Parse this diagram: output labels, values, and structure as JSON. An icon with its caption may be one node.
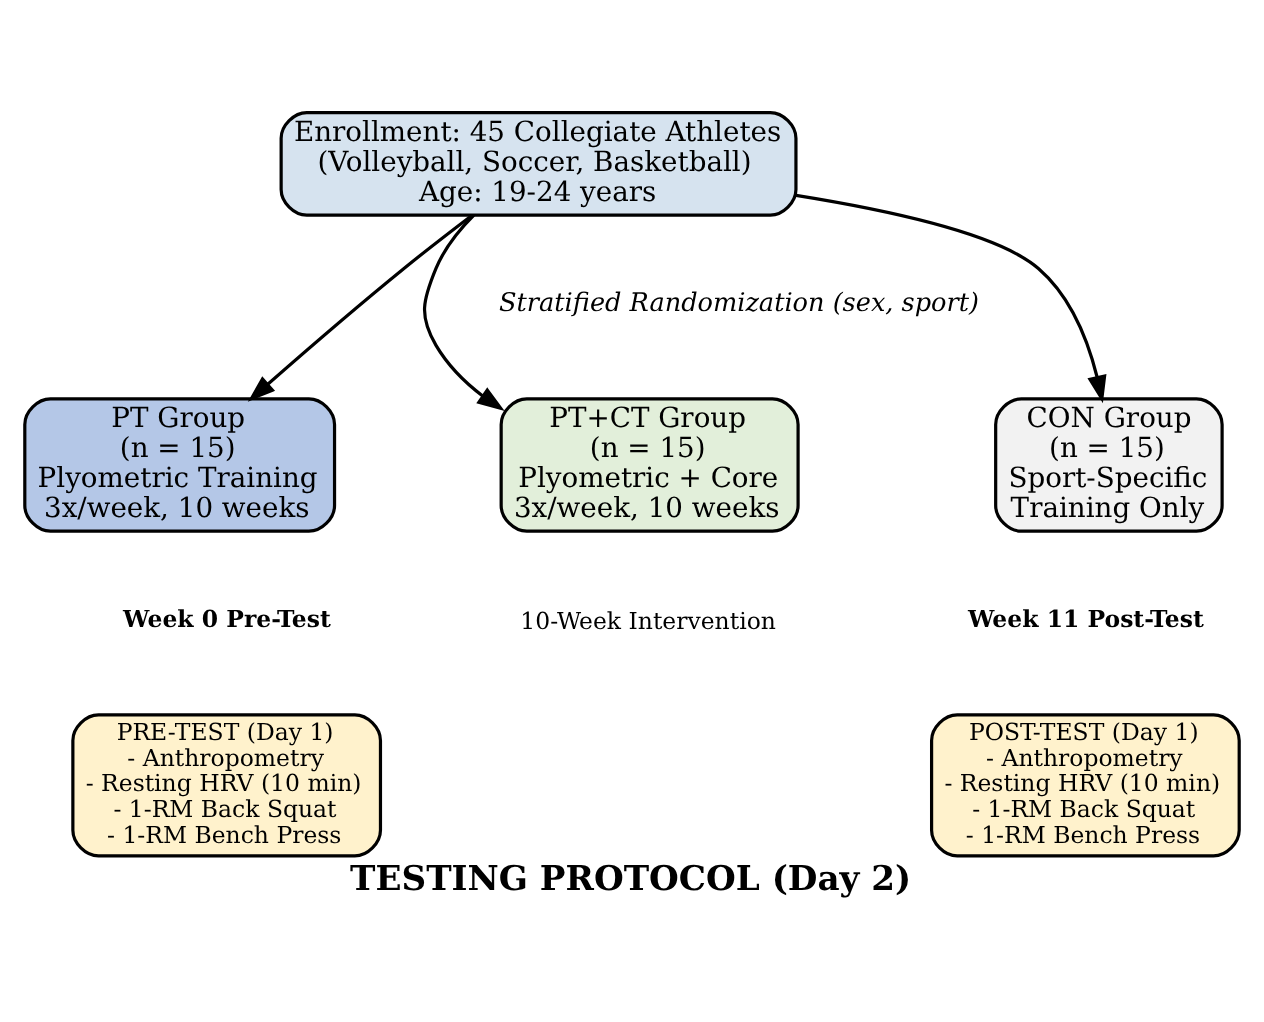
{
  "diagram": {
    "caption": "TESTING PROTOCOL (Day 2)",
    "nodes": [
      {
        "text": [
          "Enrollment: 45 Collegiate Athletes",
          "(Volleyball, Soccer, Basketball)",
          "Age: 19-24 years"
        ]
      },
      {
        "text": [
          "PT Group",
          "(n = 15)",
          "Plyometric Training",
          "3x/week, 10 weeks"
        ]
      },
      {
        "text": [
          "PT+CT Group",
          "(n = 15)",
          "Plyometric + Core",
          "3x/week, 10 weeks"
        ]
      },
      {
        "text": [
          "CON Group",
          "(n = 15)",
          "Sport-Specific",
          "Training Only"
        ]
      },
      {
        "text": [
          "PRE-TEST (Day 1)",
          "- Anthropometry",
          "- Resting HRV (10 min)",
          "- 1-RM Back Squat",
          "- 1-RM Bench Press"
        ]
      },
      {
        "text": [
          "POST-TEST (Day 1)",
          "- Anthropometry",
          "- Resting HRV (10 min)",
          "- 1-RM Back Squat",
          "- 1-RM Bench Press"
        ]
      }
    ],
    "edges": [
      {
        "from": 0,
        "to": 1,
        "arrow": "to"
      },
      {
        "from": 0,
        "to": 2,
        "arrow": "to"
      },
      {
        "from": 0,
        "to": 3,
        "arrow": "to"
      }
    ],
    "labels": [
      "Stratified Randomization (sex, sport)",
      "Week 0 Pre-Test",
      "10-Week Intervention",
      "Week 11 Post-Test"
    ]
  }
}
